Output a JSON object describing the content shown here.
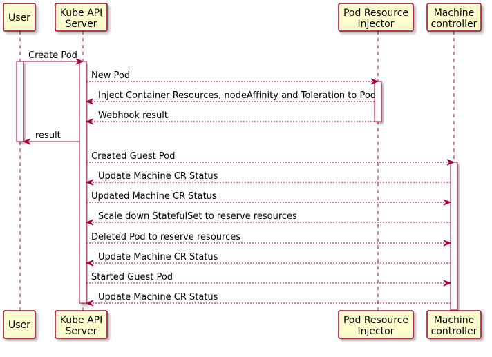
{
  "colors": {
    "participant_fill": "#FEFECE",
    "participant_border": "#A80036",
    "lifeline": "#A80036",
    "arrow": "#A80036",
    "activation_fill": "#FFFFFF",
    "text": "#000000"
  },
  "participants": [
    {
      "id": "user",
      "lines": [
        "User"
      ]
    },
    {
      "id": "kube-api-server",
      "lines": [
        "Kube API",
        "Server"
      ]
    },
    {
      "id": "pod-resource-injector",
      "lines": [
        "Pod Resource",
        "Injector"
      ]
    },
    {
      "id": "machine-controller",
      "lines": [
        "Machine",
        "controller"
      ]
    }
  ],
  "messages": [
    {
      "from": "user",
      "to": "kube-api-server",
      "label": "Create Pod",
      "style": "solid"
    },
    {
      "from": "kube-api-server",
      "to": "pod-resource-injector",
      "label": "New Pod",
      "style": "dashed"
    },
    {
      "from": "pod-resource-injector",
      "to": "kube-api-server",
      "label": "Inject Container Resources, nodeAffinity and Toleration to Pod",
      "style": "dashed"
    },
    {
      "from": "pod-resource-injector",
      "to": "kube-api-server",
      "label": "Webhook result",
      "style": "dashed"
    },
    {
      "from": "kube-api-server",
      "to": "user",
      "label": "result",
      "style": "solid"
    },
    {
      "from": "kube-api-server",
      "to": "machine-controller",
      "label": "Created Guest Pod",
      "style": "dashed"
    },
    {
      "from": "machine-controller",
      "to": "kube-api-server",
      "label": "Update Machine CR Status",
      "style": "dashed"
    },
    {
      "from": "kube-api-server",
      "to": "machine-controller",
      "label": "Updated Machine CR Status",
      "style": "dashed"
    },
    {
      "from": "machine-controller",
      "to": "kube-api-server",
      "label": "Scale down StatefulSet to reserve resources",
      "style": "dashed"
    },
    {
      "from": "kube-api-server",
      "to": "machine-controller",
      "label": "Deleted Pod to reserve resources",
      "style": "dashed"
    },
    {
      "from": "machine-controller",
      "to": "kube-api-server",
      "label": "Update Machine CR Status",
      "style": "dashed"
    },
    {
      "from": "kube-api-server",
      "to": "machine-controller",
      "label": "Started Guest Pod",
      "style": "dashed"
    },
    {
      "from": "machine-controller",
      "to": "kube-api-server",
      "label": "Update Machine CR Status",
      "style": "dashed"
    }
  ]
}
